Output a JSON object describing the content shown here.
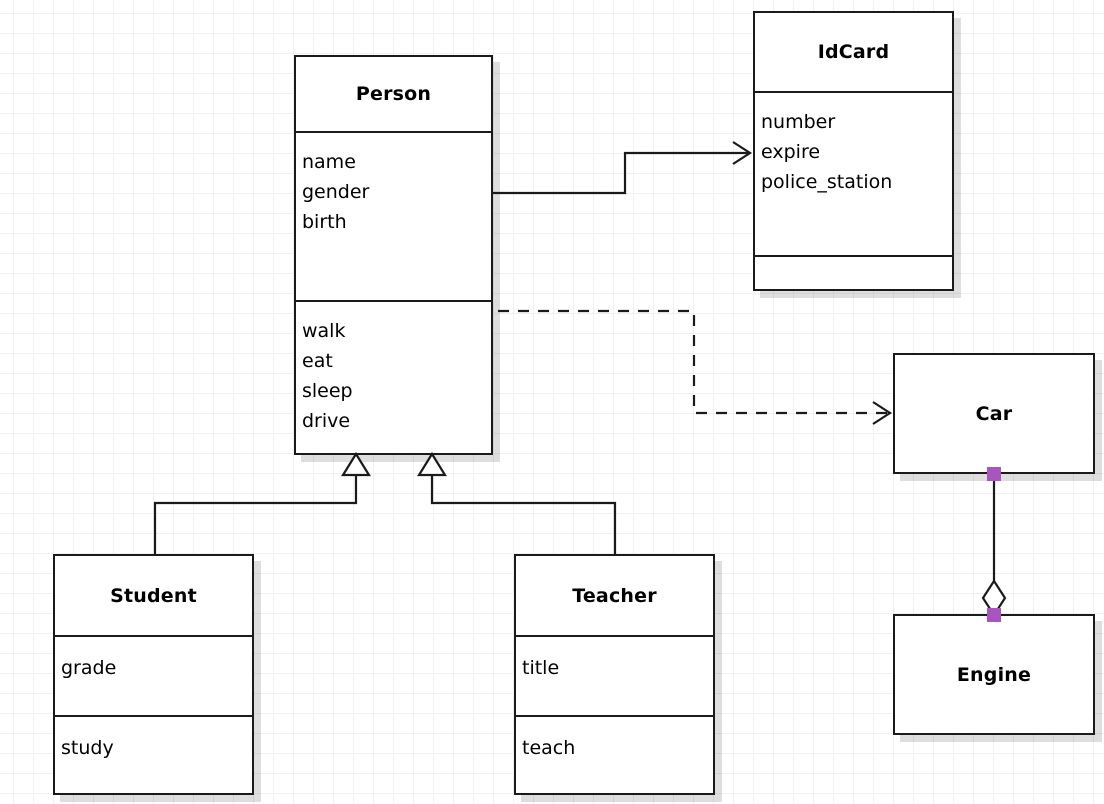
{
  "diagram": {
    "type": "uml-class-diagram",
    "background": "#ffffff",
    "grid_color": "#f0f0f0",
    "line_color": "#1a1a1a",
    "handle_color": "#a855c0",
    "shadow_color": "rgba(0,0,0,0.13)"
  },
  "classes": {
    "person": {
      "name": "Person",
      "attributes": [
        "name",
        "gender",
        "birth"
      ],
      "methods": [
        "walk",
        "eat",
        "sleep",
        "drive"
      ]
    },
    "idcard": {
      "name": "IdCard",
      "attributes": [
        "number",
        "expire",
        "police_station"
      ],
      "methods": []
    },
    "student": {
      "name": "Student",
      "attributes": [
        "grade"
      ],
      "methods": [
        "study"
      ]
    },
    "teacher": {
      "name": "Teacher",
      "attributes": [
        "title"
      ],
      "methods": [
        "teach"
      ]
    },
    "car": {
      "name": "Car",
      "attributes": [],
      "methods": []
    },
    "engine": {
      "name": "Engine",
      "attributes": [],
      "methods": []
    }
  },
  "relations": [
    {
      "id": "person-idcard",
      "kind": "association",
      "from": "Person",
      "to": "IdCard",
      "style": "solid",
      "arrowhead": "open"
    },
    {
      "id": "person-car",
      "kind": "dependency",
      "from": "Person",
      "to": "Car",
      "style": "dashed",
      "arrowhead": "open"
    },
    {
      "id": "student-person",
      "kind": "generalization",
      "from": "Student",
      "to": "Person",
      "style": "solid",
      "arrowhead": "hollow-triangle"
    },
    {
      "id": "teacher-person",
      "kind": "generalization",
      "from": "Teacher",
      "to": "Person",
      "style": "solid",
      "arrowhead": "hollow-triangle"
    },
    {
      "id": "car-engine",
      "kind": "aggregation",
      "from": "Car",
      "to": "Engine",
      "style": "solid",
      "arrowhead": "hollow-diamond",
      "selected": true
    }
  ]
}
